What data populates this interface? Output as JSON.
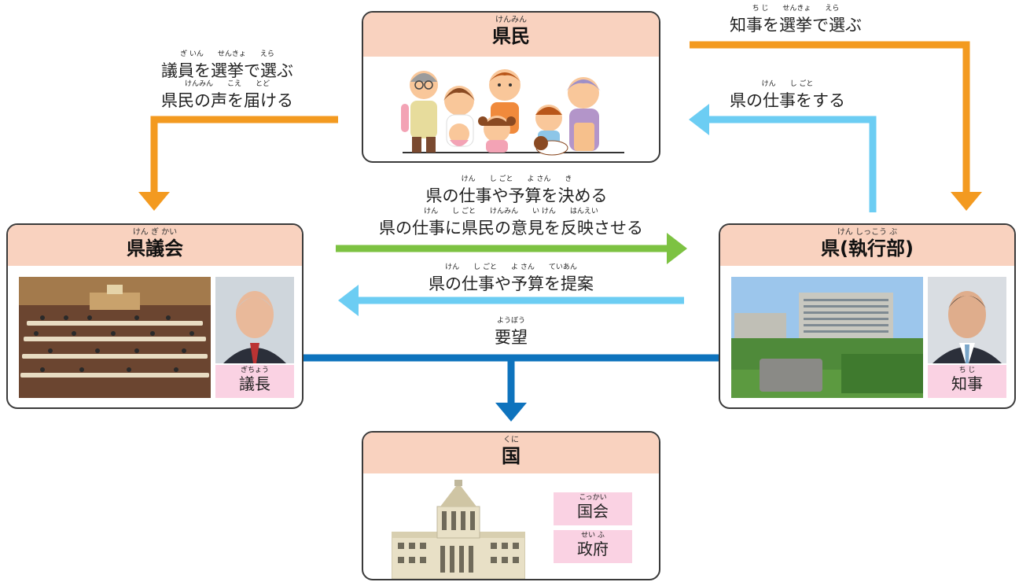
{
  "boxes": {
    "kenmin": {
      "ruby": "けんみん",
      "title": "県民"
    },
    "gikai": {
      "ruby": "けん ぎ かい",
      "title": "県議会",
      "plate_ruby": "ぎちょう",
      "plate_name": "議長"
    },
    "ken": {
      "ruby": "けん しっこう ぶ",
      "title": "県(執行部)",
      "plate_ruby": "ち じ",
      "plate_name": "知事"
    },
    "kuni": {
      "ruby": "くに",
      "title": "国",
      "items": [
        {
          "ruby": "こっかい",
          "name": "国会"
        },
        {
          "ruby": "せい ふ",
          "name": "政府"
        }
      ]
    }
  },
  "labels": {
    "elect_council": {
      "ruby": "ぎ いん　　せんきょ　　えら",
      "text": "議員を選挙で選ぶ"
    },
    "voice": {
      "ruby": "けんみん　　こえ　　とど",
      "text": "県民の声を届ける"
    },
    "elect_governor": {
      "ruby": "ち じ　　せんきょ　　えら",
      "text": "知事を選挙で選ぶ"
    },
    "do_work": {
      "ruby": "けん　　し ごと",
      "text": "県の仕事をする"
    },
    "decide_budget": {
      "ruby": "けん　　し ごと　　よ さん　　き",
      "text": "県の仕事や予算を決める"
    },
    "reflect_opinion": {
      "ruby": "けん　　し ごと　　けんみん　　い けん　　はんえい",
      "text": "県の仕事に県民の意見を反映させる"
    },
    "propose_budget": {
      "ruby": "けん　　し ごと　　よ さん　　ていあん",
      "text": "県の仕事や予算を提案"
    },
    "request": {
      "ruby": "ようぼう",
      "text": "要望"
    }
  },
  "colors": {
    "orange": "#f39a20",
    "light_blue": "#6ccdf3",
    "green": "#7dc242",
    "dark_blue": "#0e73bd",
    "header_peach": "#f9d2bf",
    "plate_pink": "#fad2e3"
  }
}
